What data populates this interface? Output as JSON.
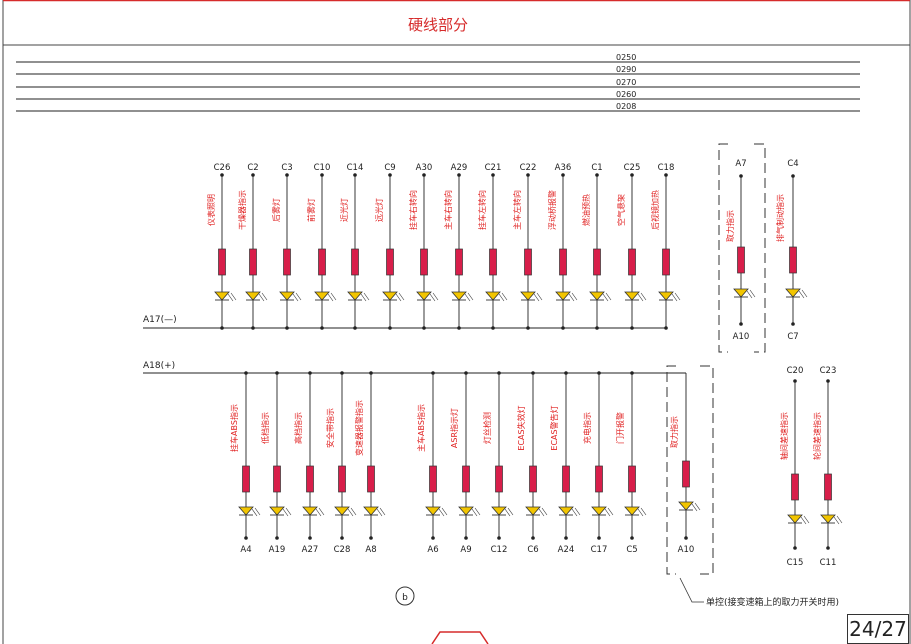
{
  "title": "硬线部分",
  "bus_lines": [
    "0250",
    "0290",
    "0270",
    "0260",
    "0208"
  ],
  "top_rail_label": "A17(—)",
  "bottom_rail_label": "A18(+)",
  "top_group": [
    {
      "pin_top": "C26",
      "label": "仪表照明"
    },
    {
      "pin_top": "C2",
      "label": "干燥器指示"
    },
    {
      "pin_top": "C3",
      "label": "后雾灯"
    },
    {
      "pin_top": "C10",
      "label": "前雾灯"
    },
    {
      "pin_top": "C14",
      "label": "近光灯"
    },
    {
      "pin_top": "C9",
      "label": "远光灯"
    },
    {
      "pin_top": "A30",
      "label": "挂车右转向"
    },
    {
      "pin_top": "A29",
      "label": "主车右转向"
    },
    {
      "pin_top": "C21",
      "label": "挂车左转向"
    },
    {
      "pin_top": "C22",
      "label": "主车左转向"
    },
    {
      "pin_top": "A36",
      "label": "浮动桥报警"
    },
    {
      "pin_top": "C1",
      "label": "燃油预热"
    },
    {
      "pin_top": "C25",
      "label": "空气悬架"
    },
    {
      "pin_top": "C18",
      "label": "后视镜加热"
    }
  ],
  "top_pto": {
    "pin_top": "A7",
    "label": "取力指示",
    "pin_bottom": "A10"
  },
  "top_exhaust": {
    "pin_top": "C4",
    "label": "排气制动指示",
    "pin_bottom": "C7"
  },
  "bottom_group": [
    {
      "label": "挂车ABS指示",
      "pin_bottom": "A4"
    },
    {
      "label": "低档指示",
      "pin_bottom": "A19"
    },
    {
      "label": "高档指示",
      "pin_bottom": "A27"
    },
    {
      "label": "安全带指示",
      "pin_bottom": "C28"
    },
    {
      "label": "变速器报警指示",
      "pin_bottom": "A8"
    },
    {
      "label": "主车ABS指示",
      "pin_bottom": "A6"
    },
    {
      "label": "ASR指示灯",
      "pin_bottom": "A9"
    },
    {
      "label": "灯丝检测",
      "pin_bottom": "C12"
    },
    {
      "label": "ECAS失效灯",
      "pin_bottom": "C6"
    },
    {
      "label": "ECAS警告灯",
      "pin_bottom": "A24"
    },
    {
      "label": "充电指示",
      "pin_bottom": "C17"
    },
    {
      "label": "门开报警",
      "pin_bottom": "C5"
    }
  ],
  "bottom_pto": {
    "label": "取力指示",
    "pin_bottom": "A10"
  },
  "diff_lock": [
    {
      "pin_top": "C20",
      "label": "轴间差速指示",
      "pin_bottom": "C15"
    },
    {
      "pin_top": "C23",
      "label": "轮间差速指示",
      "pin_bottom": "C11"
    }
  ],
  "circle_marker": "b",
  "note": "单控(接变速箱上的取力开关时用)",
  "page_number": "24/27",
  "colors": {
    "title": "#d62b2b",
    "label": "#e02020",
    "resistor": "#d81e4a",
    "led": "#f2c500",
    "line": "#222222"
  }
}
